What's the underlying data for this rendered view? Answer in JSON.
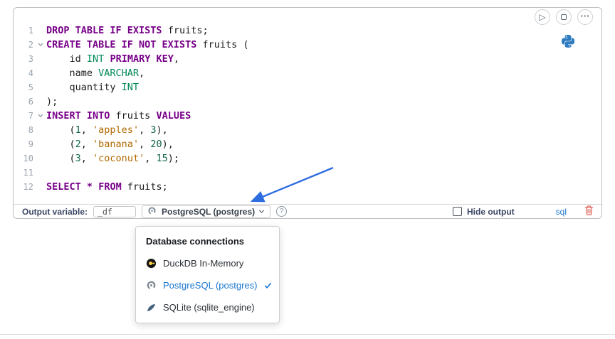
{
  "colors": {
    "accent_blue": "#1976d2",
    "keyword": "#770088",
    "type": "#008855",
    "string": "#b26a00",
    "number": "#116644",
    "danger_red": "#e2574c",
    "arrow_blue": "#2e6de0"
  },
  "cell_actions": {
    "run_glyph": "▷",
    "more_glyph": "···"
  },
  "editor": {
    "lines": [
      {
        "num": "1",
        "fold": false,
        "tokens": [
          [
            "kw",
            "DROP TABLE IF EXISTS"
          ],
          [
            "pl",
            " fruits;"
          ]
        ]
      },
      {
        "num": "2",
        "fold": true,
        "tokens": [
          [
            "kw",
            "CREATE TABLE IF NOT EXISTS"
          ],
          [
            "pl",
            " fruits ("
          ]
        ]
      },
      {
        "num": "3",
        "fold": false,
        "tokens": [
          [
            "pl",
            "    id "
          ],
          [
            "ty",
            "INT"
          ],
          [
            "pl",
            " "
          ],
          [
            "kw",
            "PRIMARY KEY"
          ],
          [
            "pl",
            ","
          ]
        ]
      },
      {
        "num": "4",
        "fold": false,
        "tokens": [
          [
            "pl",
            "    name "
          ],
          [
            "ty",
            "VARCHAR"
          ],
          [
            "pl",
            ","
          ]
        ]
      },
      {
        "num": "5",
        "fold": false,
        "tokens": [
          [
            "pl",
            "    quantity "
          ],
          [
            "ty",
            "INT"
          ]
        ]
      },
      {
        "num": "6",
        "fold": false,
        "tokens": [
          [
            "pl",
            ");"
          ]
        ]
      },
      {
        "num": "7",
        "fold": true,
        "tokens": [
          [
            "kw",
            "INSERT INTO"
          ],
          [
            "pl",
            " fruits "
          ],
          [
            "kw",
            "VALUES"
          ]
        ]
      },
      {
        "num": "8",
        "fold": false,
        "tokens": [
          [
            "pl",
            "    ("
          ],
          [
            "nu",
            "1"
          ],
          [
            "pl",
            ", "
          ],
          [
            "st",
            "'apples'"
          ],
          [
            "pl",
            ", "
          ],
          [
            "nu",
            "3"
          ],
          [
            "pl",
            "),"
          ]
        ]
      },
      {
        "num": "9",
        "fold": false,
        "tokens": [
          [
            "pl",
            "    ("
          ],
          [
            "nu",
            "2"
          ],
          [
            "pl",
            ", "
          ],
          [
            "st",
            "'banana'"
          ],
          [
            "pl",
            ", "
          ],
          [
            "nu",
            "20"
          ],
          [
            "pl",
            "),"
          ]
        ]
      },
      {
        "num": "10",
        "fold": false,
        "tokens": [
          [
            "pl",
            "    ("
          ],
          [
            "nu",
            "3"
          ],
          [
            "pl",
            ", "
          ],
          [
            "st",
            "'coconut'"
          ],
          [
            "pl",
            ", "
          ],
          [
            "nu",
            "15"
          ],
          [
            "pl",
            ");"
          ]
        ]
      },
      {
        "num": "11",
        "fold": false,
        "tokens": []
      },
      {
        "num": "12",
        "fold": false,
        "tokens": [
          [
            "kw",
            "SELECT"
          ],
          [
            "pl",
            " "
          ],
          [
            "op",
            "*"
          ],
          [
            "pl",
            " "
          ],
          [
            "kw",
            "FROM"
          ],
          [
            "pl",
            " fruits;"
          ]
        ]
      }
    ]
  },
  "footer": {
    "output_variable_label": "Output variable:",
    "output_variable_value": "_df",
    "connection_label": "PostgreSQL (postgres)",
    "help_glyph": "?",
    "hide_output_label": "Hide output",
    "hide_output_checked": false,
    "language_badge": "sql"
  },
  "connections_menu": {
    "title": "Database connections",
    "items": [
      {
        "name": "menu-item-duckdb",
        "label": "DuckDB In-Memory",
        "icon": "duckdb-icon",
        "selected": false
      },
      {
        "name": "menu-item-postgresql",
        "label": "PostgreSQL (postgres)",
        "icon": "postgresql-icon",
        "selected": true
      },
      {
        "name": "menu-item-sqlite",
        "label": "SQLite (sqlite_engine)",
        "icon": "sqlite-icon",
        "selected": false
      }
    ]
  }
}
